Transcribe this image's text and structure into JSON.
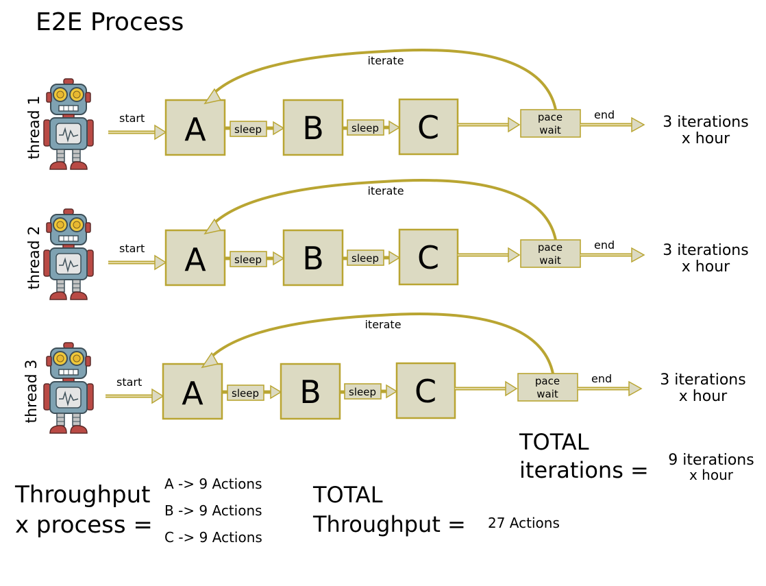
{
  "title": "E2E Process",
  "threads": [
    {
      "label": "thread 1",
      "start": "start",
      "a": "A",
      "b": "B",
      "c": "C",
      "sleep1": "sleep",
      "sleep2": "sleep",
      "pace_line1": "pace",
      "pace_line2": "wait",
      "end": "end",
      "iterate": "iterate",
      "rate_line1": "3 iterations",
      "rate_line2": "x hour"
    },
    {
      "label": "thread 2",
      "start": "start",
      "a": "A",
      "b": "B",
      "c": "C",
      "sleep1": "sleep",
      "sleep2": "sleep",
      "pace_line1": "pace",
      "pace_line2": "wait",
      "end": "end",
      "iterate": "iterate",
      "rate_line1": "3 iterations",
      "rate_line2": "x hour"
    },
    {
      "label": "thread 3",
      "start": "start",
      "a": "A",
      "b": "B",
      "c": "C",
      "sleep1": "sleep",
      "sleep2": "sleep",
      "pace_line1": "pace",
      "pace_line2": "wait",
      "end": "end",
      "iterate": "iterate",
      "rate_line1": "3 iterations",
      "rate_line2": "x hour"
    }
  ],
  "total_iterations": {
    "line1": "TOTAL",
    "line2": "iterations =",
    "value_line1": "9 iterations",
    "value_line2": "x hour"
  },
  "throughput_per_process": {
    "line1": "Throughput",
    "line2": "x process =",
    "items": [
      "A -> 9 Actions",
      "B -> 9 Actions",
      "C -> 9 Actions"
    ]
  },
  "total_throughput": {
    "line1": "TOTAL",
    "line2": "Throughput =",
    "value": "27 Actions"
  },
  "colors": {
    "box_fill": "#dcdac2",
    "connector": "#b9a532",
    "robot_body": "#7fa2b2",
    "robot_red": "#b94a45",
    "robot_eye": "#f0c83a"
  }
}
